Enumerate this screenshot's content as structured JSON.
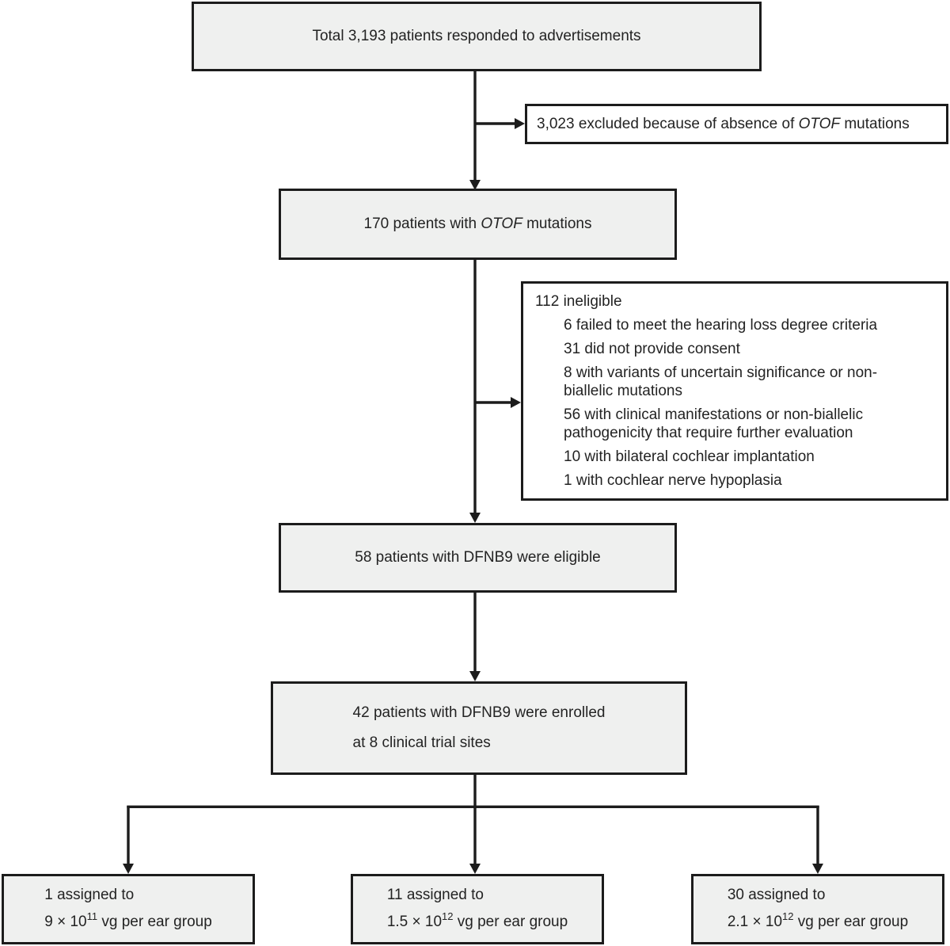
{
  "colors": {
    "box_fill_gray": "#eff0ef",
    "box_fill_white": "#ffffff",
    "line_and_border": "#1c1c1c",
    "text": "#232323"
  },
  "flowchart": {
    "responded": {
      "text": "Total 3,193 patients responded to advertisements"
    },
    "excluded": {
      "prefix": "3,023 excluded because of absence of ",
      "gene": "OTOF",
      "suffix": " mutations"
    },
    "otof_patients": {
      "prefix": "170 patients with ",
      "gene": "OTOF",
      "suffix": " mutations"
    },
    "ineligible": {
      "heading": "112 ineligible",
      "items": [
        "6 failed to meet the hearing loss degree criteria",
        "31 did not provide consent",
        "8 with variants of uncertain significance or non-biallelic mutations",
        "56 with clinical manifestations or non-biallelic pathogenicity that require further evaluation",
        "10 with bilateral cochlear implantation",
        "1 with cochlear nerve hypoplasia"
      ]
    },
    "eligible": {
      "text": "58 patients with DFNB9 were eligible"
    },
    "enrolled": {
      "line1": "42 patients with DFNB9 were enrolled",
      "line2": "at 8 clinical trial sites"
    },
    "groups": [
      {
        "assigned": "1 assigned to",
        "dose_base": "9 × 10",
        "dose_exponent": "11",
        "dose_unit": " vg per ear group"
      },
      {
        "assigned": "11 assigned to",
        "dose_base": "1.5 × 10",
        "dose_exponent": "12",
        "dose_unit": " vg per ear group"
      },
      {
        "assigned": "30 assigned to",
        "dose_base": "2.1 × 10",
        "dose_exponent": "12",
        "dose_unit": " vg per ear group"
      }
    ]
  }
}
